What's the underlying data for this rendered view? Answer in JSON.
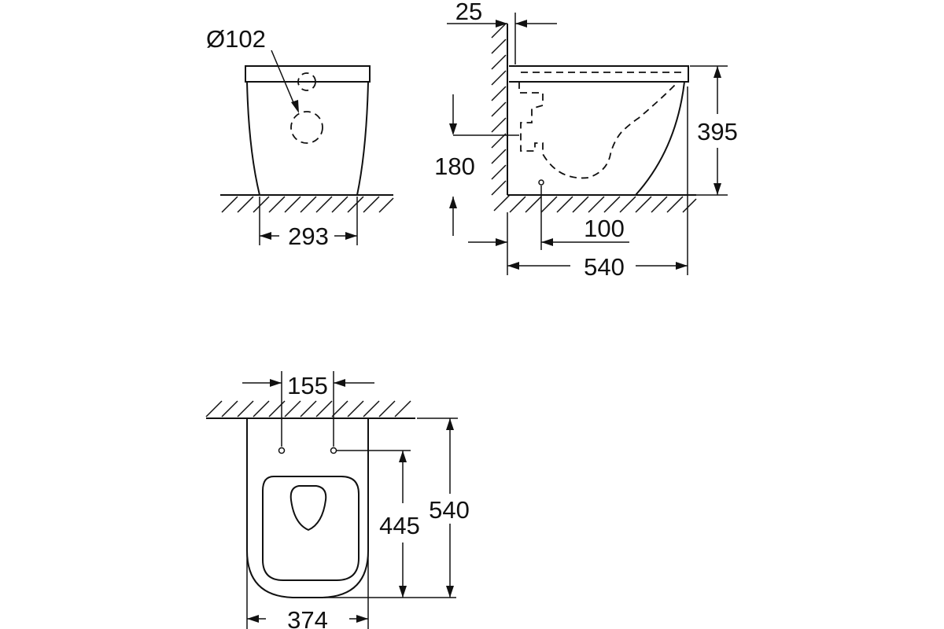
{
  "drawing": {
    "line_color": "#111111",
    "background": "#ffffff",
    "front_view": {
      "diameter_label": "Ø102",
      "width_label": "293"
    },
    "side_view": {
      "wall_offset_label": "25",
      "height_label": "395",
      "outlet_height_label": "180",
      "outlet_distance_label": "100",
      "depth_label": "540"
    },
    "top_view": {
      "bolt_spacing_label": "155",
      "bolt_to_front_label": "445",
      "depth_label": "540",
      "width_label": "374"
    }
  }
}
